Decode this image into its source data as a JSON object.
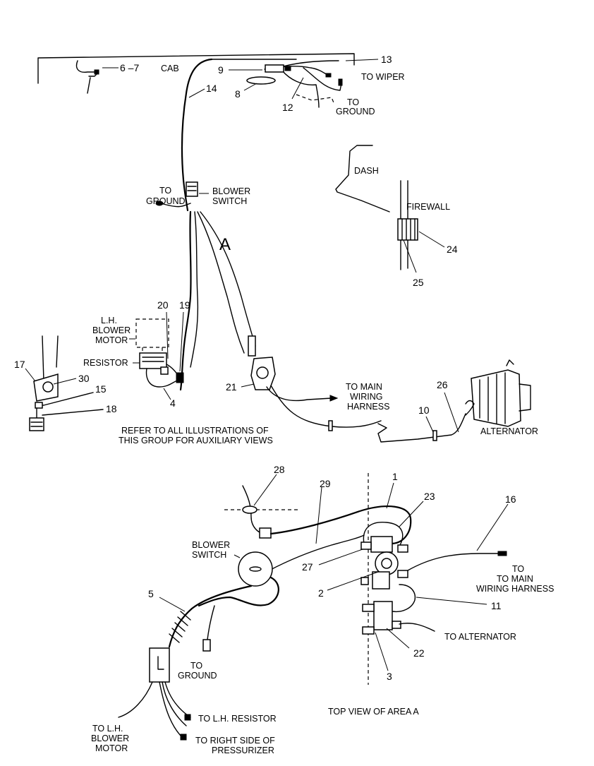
{
  "labels": {
    "cab": "CAB",
    "to_wiper": "TO  WIPER",
    "to_ground_top_1": "TO",
    "to_ground_top_2": "GROUND",
    "dash": "DASH",
    "firewall": "FIREWALL",
    "to_ground_mid_1": "TO",
    "to_ground_mid_2": "GROUND",
    "blower_switch_1": "BLOWER",
    "blower_switch_2": "SWITCH",
    "area_a": "A",
    "lh_blower_motor_1": "L.H.",
    "lh_blower_motor_2": "BLOWER",
    "lh_blower_motor_3": "MOTOR",
    "resistor": "RESISTOR",
    "to_main_harness_1": "TO  MAIN",
    "to_main_harness_2": "WIRING",
    "to_main_harness_3": "HARNESS",
    "alternator": "ALTERNATOR",
    "refer_1": "REFER  TO  ALL  ILLUSTRATIONS  OF",
    "refer_2": "THIS  GROUP  FOR  AUXILIARY  VIEWS",
    "blower_switch_b_1": "BLOWER",
    "blower_switch_b_2": "SWITCH",
    "to_main_b_1": "TO",
    "to_main_b_2": "TO  MAIN",
    "to_main_b_3": "WIRING  HARNESS",
    "to_alternator": "TO  ALTERNATOR",
    "to_ground_b_1": "TO",
    "to_ground_b_2": "GROUND",
    "to_lh_resistor": "TO  L.H.  RESISTOR",
    "to_lh_blower_1": "TO  L.H.",
    "to_lh_blower_2": "BLOWER",
    "to_lh_blower_3": "MOTOR",
    "to_pressurizer_1": "TO  RIGHT  SIDE  OF",
    "to_pressurizer_2": "PRESSURIZER",
    "top_view": "TOP  VIEW  OF  AREA  A"
  },
  "callouts": {
    "c6_7": "6 –7",
    "c13": "13",
    "c9": "9",
    "c14": "14",
    "c8": "8",
    "c12": "12",
    "c24": "24",
    "c25": "25",
    "c20": "20",
    "c19": "19",
    "c17": "17",
    "c30": "30",
    "c15": "15",
    "c18": "18",
    "c4": "4",
    "c21": "21",
    "c26": "26",
    "c10": "10",
    "c28": "28",
    "c29": "29",
    "c1": "1",
    "c23": "23",
    "c16": "16",
    "c27": "27",
    "c2": "2",
    "c5": "5",
    "c11": "11",
    "c22": "22",
    "c3": "3"
  }
}
